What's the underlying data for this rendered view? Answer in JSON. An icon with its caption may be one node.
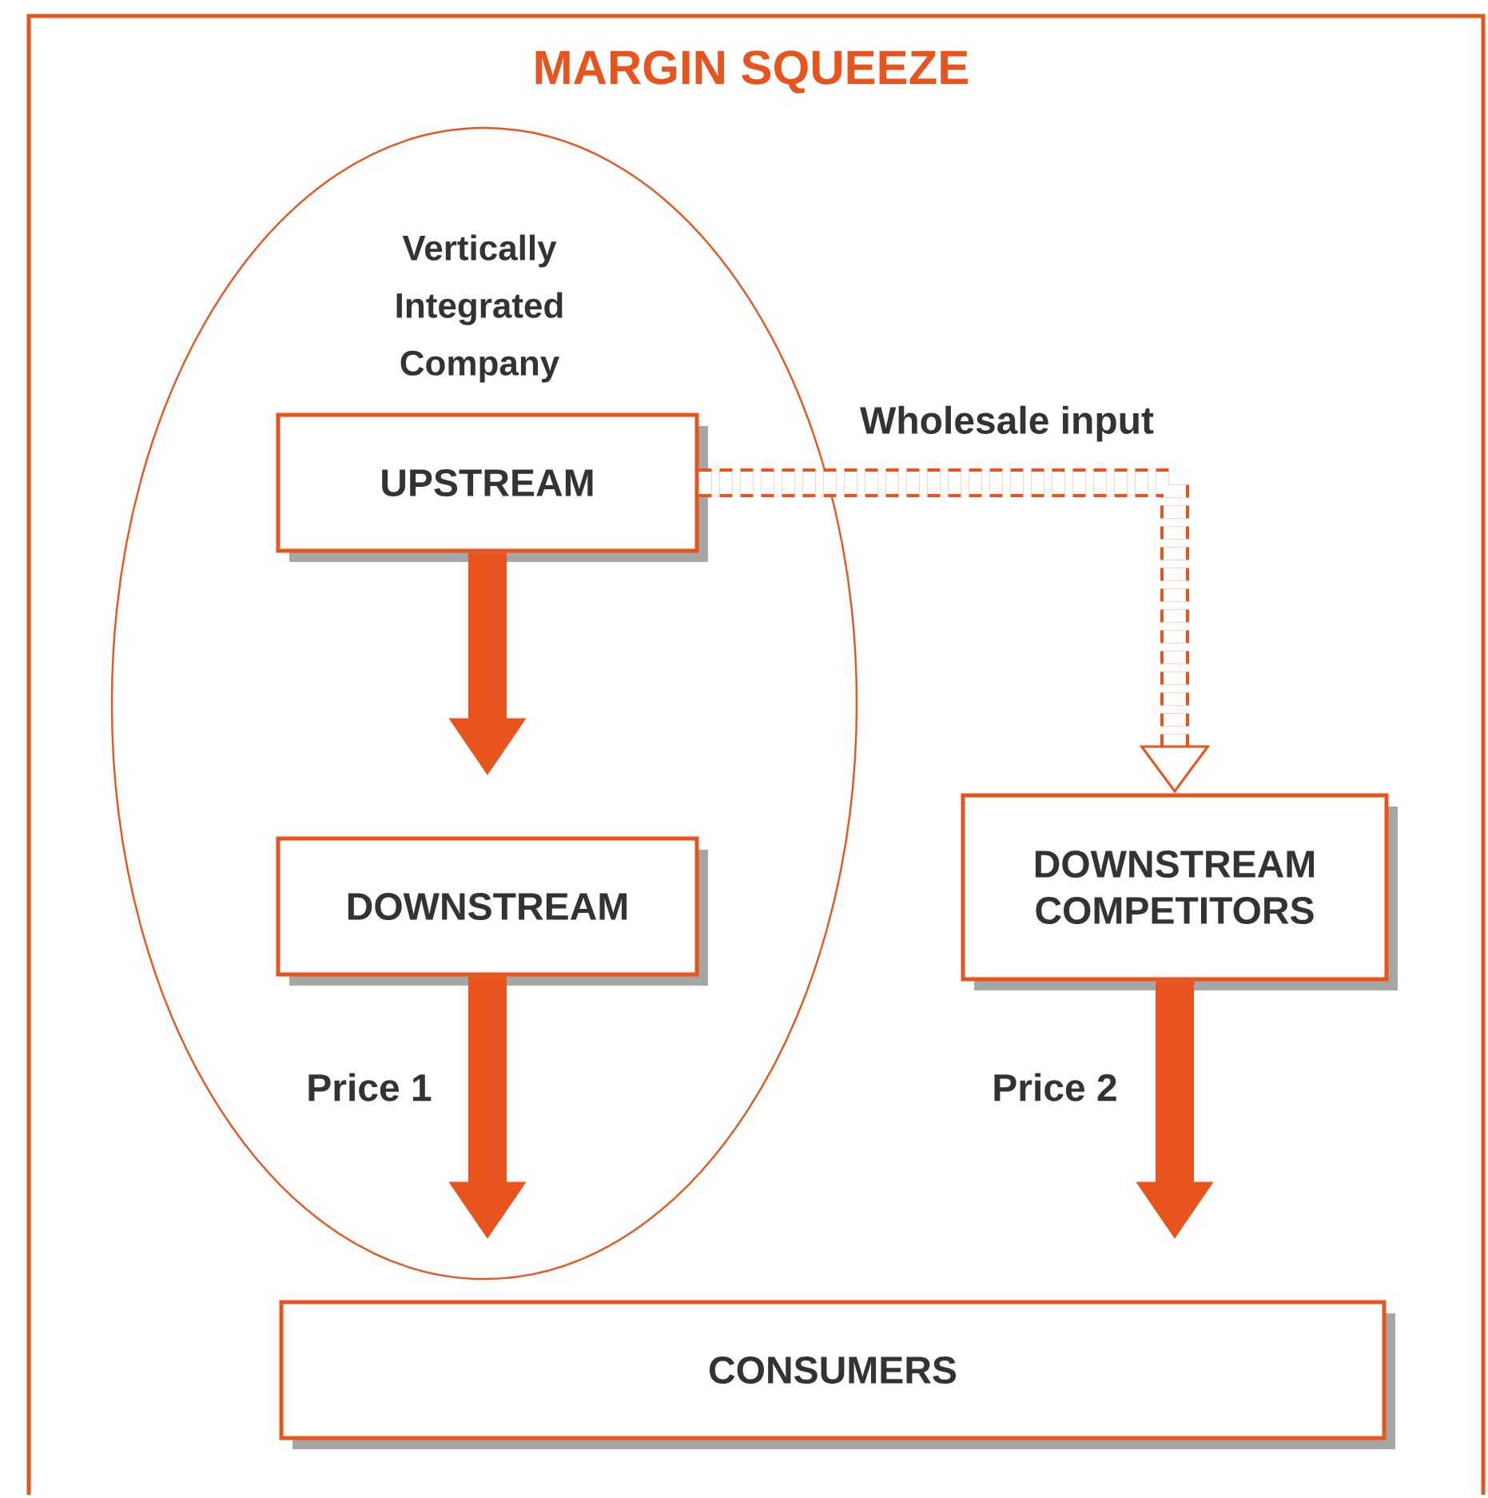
{
  "diagram": {
    "title": "MARGIN SQUEEZE",
    "nodes": [
      {
        "text": [
          "Vertically Integrated Company"
        ]
      },
      {
        "text": [
          "UPSTREAM"
        ],
        "in": 0
      },
      {
        "text": [
          "DOWNSTREAM"
        ],
        "in": 0
      },
      {
        "text": [
          "DOWNSTREAM COMPETITORS"
        ]
      },
      {
        "text": [
          "CONSUMERS"
        ]
      }
    ],
    "edges": [
      {
        "from": 1,
        "to": 2,
        "arrow": "to"
      },
      {
        "from": 2,
        "to": 4,
        "arrow": "to",
        "label": "Price 1"
      },
      {
        "from": 1,
        "to": 3,
        "arrow": "to",
        "label": "Wholesale input",
        "style": "dashed"
      },
      {
        "from": 3,
        "to": 4,
        "arrow": "to",
        "label": "Price 2"
      }
    ]
  }
}
